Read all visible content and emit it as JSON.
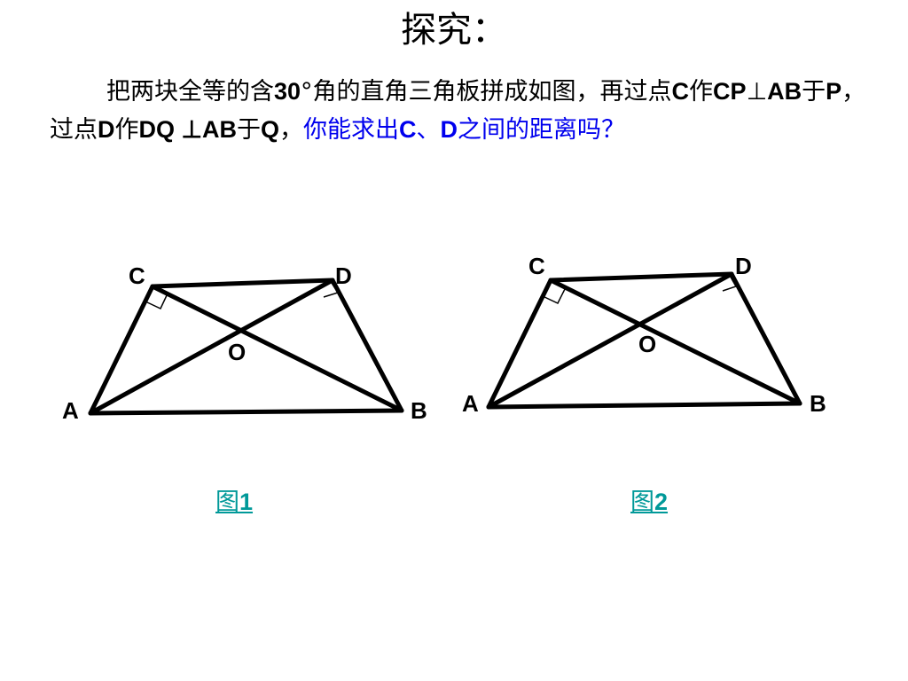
{
  "title": "探究：",
  "problem": {
    "s1": "把两块全等的含",
    "s2": "30",
    "s3": "°角的直角三角板拼成如图，再过点",
    "s4": "C",
    "s5": "作",
    "s6": "CP",
    "s7": "⊥",
    "s8": "AB",
    "s9": "于",
    "s10": "P",
    "s11": "，过点",
    "s12": "D",
    "s13": "作",
    "s14": "DQ ⊥AB",
    "s15": "于",
    "s16": "Q",
    "s17": "，",
    "question_1": "你能求出",
    "question_2": "C",
    "question_3": "、",
    "question_4": "D",
    "question_5": "之间的距离吗？"
  },
  "colors": {
    "text": "#000000",
    "question": "#0000ee",
    "caption_link": "#009999"
  },
  "figures": [
    {
      "caption_prefix": "图",
      "caption_number": "1",
      "labels": {
        "C": "C",
        "D": "D",
        "O": "O",
        "A": "A",
        "B": "B"
      }
    },
    {
      "caption_prefix": "图",
      "caption_number": "2",
      "labels": {
        "C": "C",
        "D": "D",
        "O": "O",
        "A": "A",
        "B": "B"
      }
    }
  ]
}
